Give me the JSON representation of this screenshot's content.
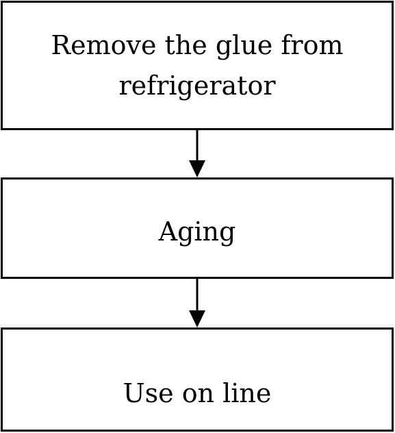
{
  "flowchart": {
    "steps": [
      {
        "label": "Remove the glue from\nrefrigerator"
      },
      {
        "label": "Aging"
      },
      {
        "label": "Use on line"
      }
    ]
  }
}
